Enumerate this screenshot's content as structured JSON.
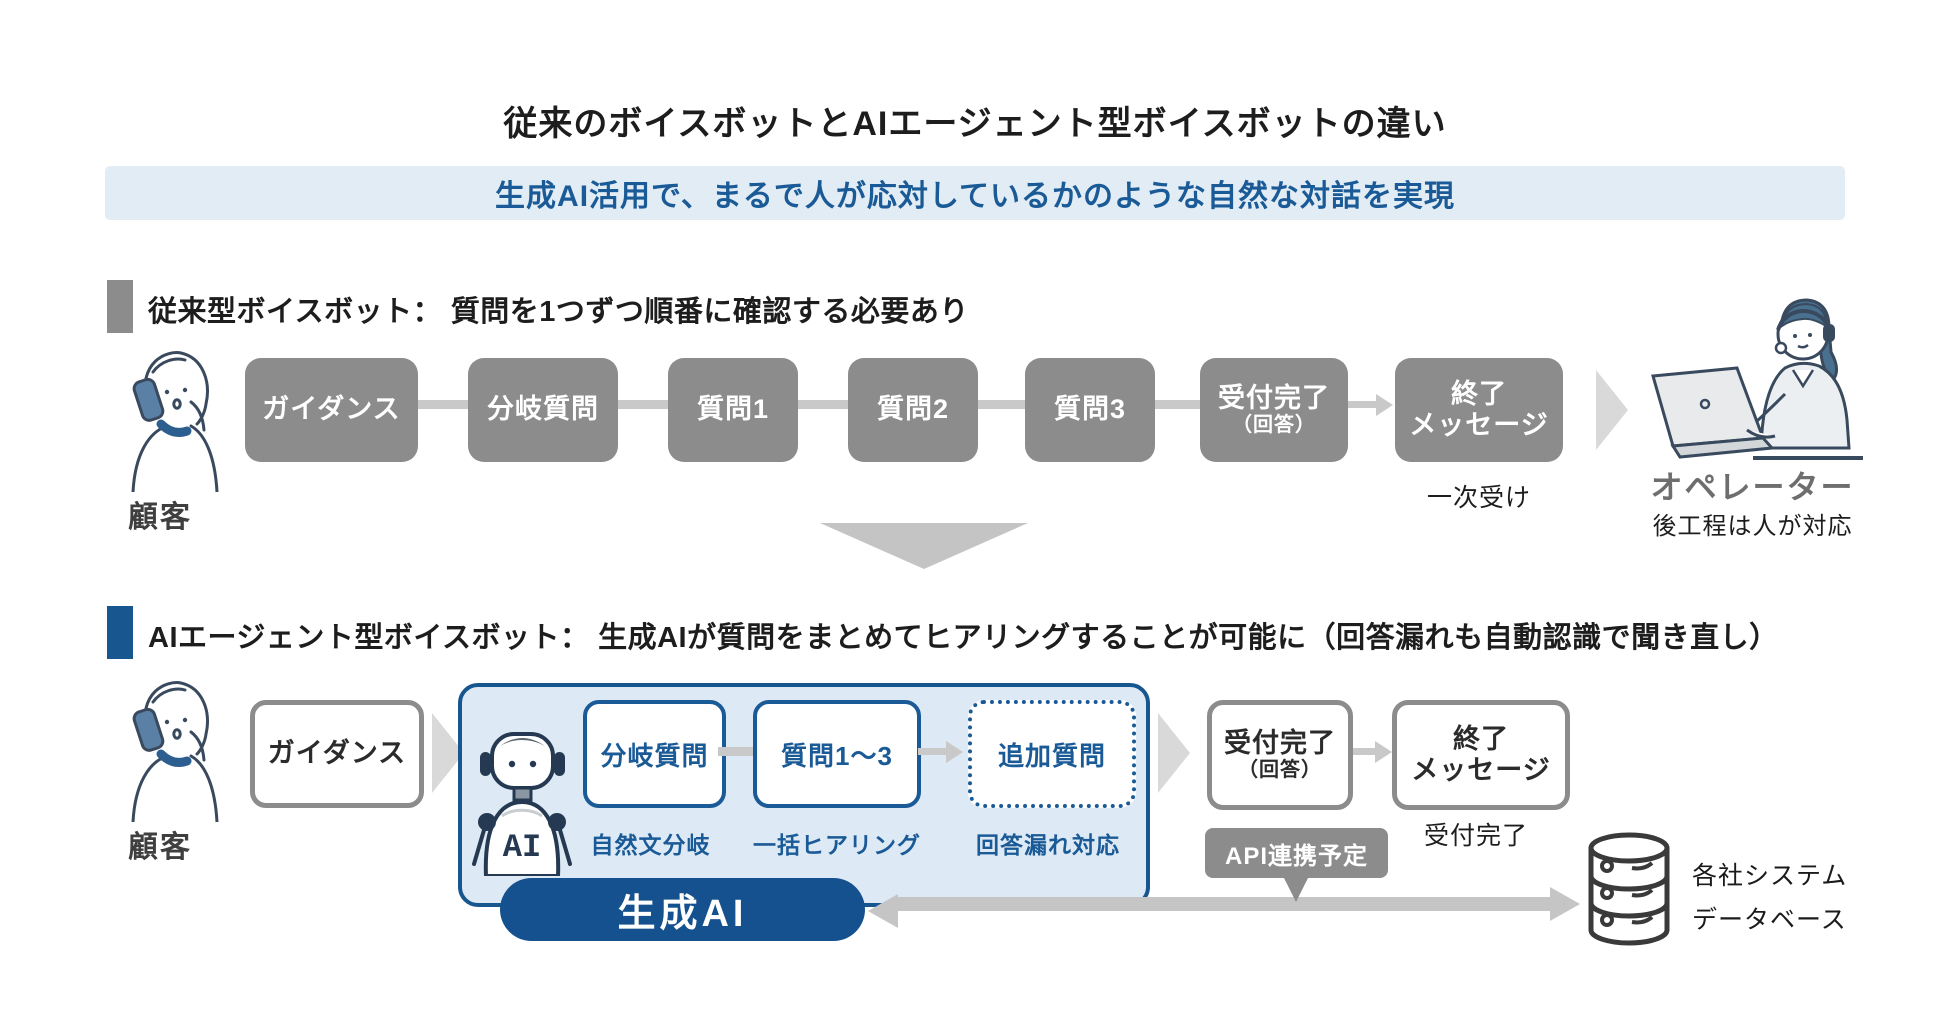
{
  "title": "従来のボイスボットとAIエージェント型ボイスボットの違い",
  "banner": {
    "text": "生成AI活用で、まるで人が応対しているかのような自然な対話を実現"
  },
  "colors": {
    "accent_blue": "#1a5a96",
    "pill_blue": "#15518e",
    "banner_bg": "#e2ecf5",
    "container_bg": "#dde9f4",
    "box_gray": "#8c8c8c",
    "connector_gray": "#c9c9c9"
  },
  "section1": {
    "heading": "従来型ボイスボット： 質問を1つずつ順番に確認する必要あり",
    "customer_label": "顧客",
    "steps": [
      "ガイダンス",
      "分岐質問",
      "質問1",
      "質問2",
      "質問3"
    ],
    "completion_box": {
      "line1": "受付完了",
      "line2": "（回答）"
    },
    "end_box": {
      "line1": "終了",
      "line2": "メッセージ"
    },
    "note_under_end": "一次受け",
    "operator_label": "オペレーター",
    "operator_note": "後工程は人が対応"
  },
  "section2": {
    "heading": "AIエージェント型ボイスボット： 生成AIが質問をまとめてヒアリングすることが可能に（回答漏れも自動認識で聞き直し）",
    "customer_label": "顧客",
    "guidance_label": "ガイダンス",
    "robot_label": "AI",
    "ai_steps": [
      {
        "label": "分岐質問",
        "caption": "自然文分岐",
        "style": "solid"
      },
      {
        "label": "質問1～3",
        "caption": "一括ヒアリング",
        "style": "solid"
      },
      {
        "label": "追加質問",
        "caption": "回答漏れ対応",
        "style": "dotted"
      }
    ],
    "pill_label": "生成AI",
    "completion_box": {
      "line1": "受付完了",
      "line2": "（回答）"
    },
    "end_box": {
      "line1": "終了",
      "line2": "メッセージ"
    },
    "note_under_end": "受付完了",
    "api_badge": "API連携予定",
    "database_labels": [
      "各社システム",
      "データベース"
    ]
  }
}
